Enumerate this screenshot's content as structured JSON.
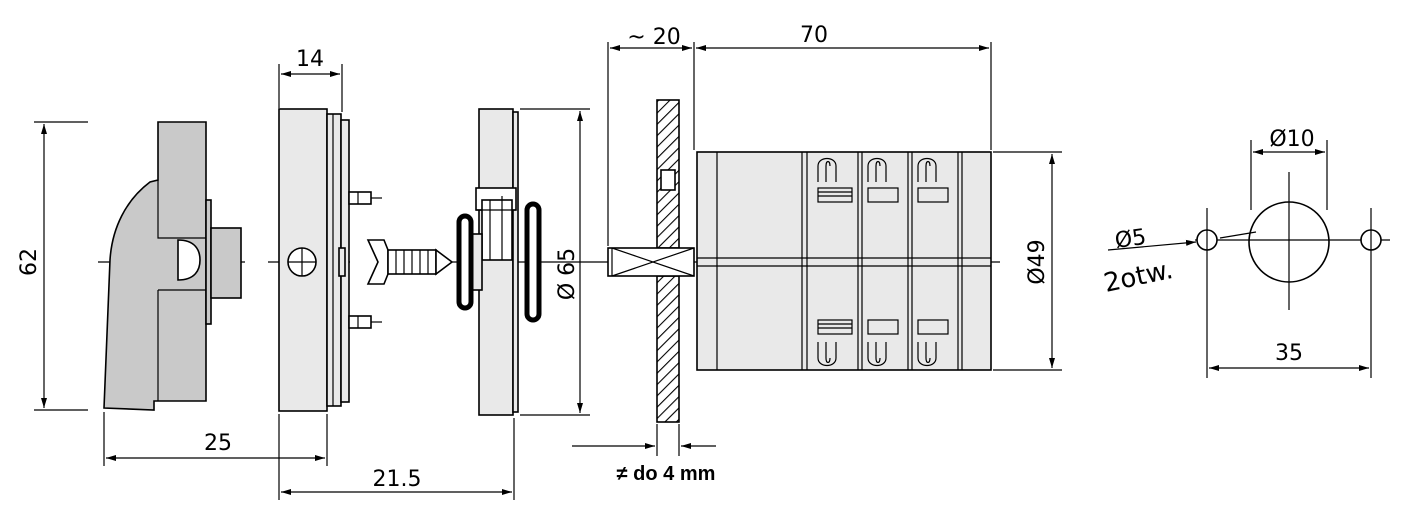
{
  "labels": {
    "dim_62": "62",
    "dim_14": "14",
    "dim_25": "25",
    "dim_21_5": "21.5",
    "dim_65": "Ø 65",
    "dim_20": "~ 20",
    "dim_70": "70",
    "dim_49": "Ø49",
    "panel_note": "≠ do 4 mm",
    "dim_10": "Ø10",
    "dim_5": "Ø5",
    "holes_note": "2otw.",
    "dim_35": "35"
  },
  "colors": {
    "handle_fill": "#c9c9c9",
    "body_fill": "#e9e9e9",
    "line": "#000000"
  }
}
